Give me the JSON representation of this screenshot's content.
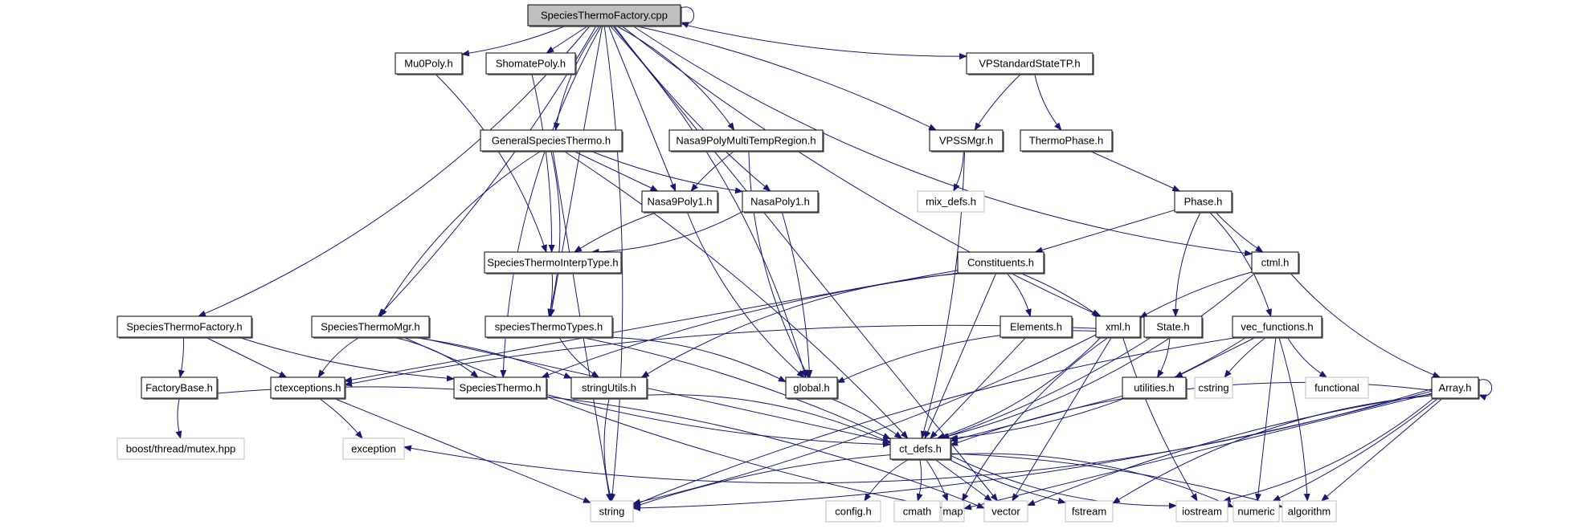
{
  "title": "SpeciesThermoFactory.cpp include dependency graph",
  "colors": {
    "edge": "#191970",
    "root_fill": "#bfbfbf",
    "node_fill": "#ffffff",
    "node_stroke": "#000000",
    "external_stroke": "#bfbfbf"
  },
  "nodes": [
    {
      "id": "root",
      "label": "SpeciesThermoFactory.cpp",
      "kind": "root"
    },
    {
      "id": "mu0",
      "label": "Mu0Poly.h",
      "kind": "local"
    },
    {
      "id": "shomate",
      "label": "ShomatePoly.h",
      "kind": "local"
    },
    {
      "id": "vpstd",
      "label": "VPStandardStateTP.h",
      "kind": "local"
    },
    {
      "id": "gst",
      "label": "GeneralSpeciesThermo.h",
      "kind": "local"
    },
    {
      "id": "nasamulti",
      "label": "Nasa9PolyMultiTempRegion.h",
      "kind": "local"
    },
    {
      "id": "vpssmgr",
      "label": "VPSSMgr.h",
      "kind": "local"
    },
    {
      "id": "thermophase",
      "label": "ThermoPhase.h",
      "kind": "local"
    },
    {
      "id": "mixdefs",
      "label": "mix_defs.h",
      "kind": "external"
    },
    {
      "id": "nasa9",
      "label": "Nasa9Poly1.h",
      "kind": "local"
    },
    {
      "id": "nasa1",
      "label": "NasaPoly1.h",
      "kind": "local"
    },
    {
      "id": "phase",
      "label": "Phase.h",
      "kind": "local"
    },
    {
      "id": "stit",
      "label": "SpeciesThermoInterpType.h",
      "kind": "local"
    },
    {
      "id": "constituents",
      "label": "Constituents.h",
      "kind": "local"
    },
    {
      "id": "ctml",
      "label": "ctml.h",
      "kind": "local"
    },
    {
      "id": "stfh",
      "label": "SpeciesThermoFactory.h",
      "kind": "local"
    },
    {
      "id": "stmgr",
      "label": "SpeciesThermoMgr.h",
      "kind": "local"
    },
    {
      "id": "sttypes",
      "label": "speciesThermoTypes.h",
      "kind": "local"
    },
    {
      "id": "elements",
      "label": "Elements.h",
      "kind": "local"
    },
    {
      "id": "xml",
      "label": "xml.h",
      "kind": "local"
    },
    {
      "id": "state",
      "label": "State.h",
      "kind": "local"
    },
    {
      "id": "vecfn",
      "label": "vec_functions.h",
      "kind": "local"
    },
    {
      "id": "factorybase",
      "label": "FactoryBase.h",
      "kind": "local"
    },
    {
      "id": "ctexc",
      "label": "ctexceptions.h",
      "kind": "local"
    },
    {
      "id": "spth",
      "label": "SpeciesThermo.h",
      "kind": "local"
    },
    {
      "id": "strutils",
      "label": "stringUtils.h",
      "kind": "local"
    },
    {
      "id": "global",
      "label": "global.h",
      "kind": "local"
    },
    {
      "id": "utilities",
      "label": "utilities.h",
      "kind": "local"
    },
    {
      "id": "cstring",
      "label": "cstring",
      "kind": "external"
    },
    {
      "id": "functional",
      "label": "functional",
      "kind": "external"
    },
    {
      "id": "array",
      "label": "Array.h",
      "kind": "local"
    },
    {
      "id": "boostmutex",
      "label": "boost/thread/mutex.hpp",
      "kind": "external"
    },
    {
      "id": "exception",
      "label": "exception",
      "kind": "external"
    },
    {
      "id": "ctdefs",
      "label": "ct_defs.h",
      "kind": "local"
    },
    {
      "id": "string",
      "label": "string",
      "kind": "external"
    },
    {
      "id": "config",
      "label": "config.h",
      "kind": "external"
    },
    {
      "id": "cmath",
      "label": "cmath",
      "kind": "external"
    },
    {
      "id": "map",
      "label": "map",
      "kind": "external"
    },
    {
      "id": "vector",
      "label": "vector",
      "kind": "external"
    },
    {
      "id": "fstream",
      "label": "fstream",
      "kind": "external"
    },
    {
      "id": "iostream",
      "label": "iostream",
      "kind": "external"
    },
    {
      "id": "numeric",
      "label": "numeric",
      "kind": "external"
    },
    {
      "id": "algorithm",
      "label": "algorithm",
      "kind": "external"
    }
  ],
  "edges": [
    [
      "root",
      "root"
    ],
    [
      "root",
      "mu0"
    ],
    [
      "root",
      "shomate"
    ],
    [
      "root",
      "vpstd"
    ],
    [
      "root",
      "gst"
    ],
    [
      "root",
      "nasamulti"
    ],
    [
      "root",
      "vpssmgr"
    ],
    [
      "root",
      "nasa9"
    ],
    [
      "root",
      "nasa1"
    ],
    [
      "root",
      "ctml"
    ],
    [
      "root",
      "stfh"
    ],
    [
      "root",
      "stmgr"
    ],
    [
      "root",
      "sttypes"
    ],
    [
      "root",
      "xml"
    ],
    [
      "root",
      "spth"
    ],
    [
      "root",
      "global"
    ],
    [
      "root",
      "string"
    ],
    [
      "root",
      "vector"
    ],
    [
      "vpstd",
      "vpssmgr"
    ],
    [
      "vpstd",
      "thermophase"
    ],
    [
      "mu0",
      "stit"
    ],
    [
      "shomate",
      "stit"
    ],
    [
      "gst",
      "nasa9"
    ],
    [
      "gst",
      "nasa1"
    ],
    [
      "gst",
      "stmgr"
    ],
    [
      "gst",
      "sttypes"
    ],
    [
      "gst",
      "ctdefs"
    ],
    [
      "gst",
      "string"
    ],
    [
      "nasamulti",
      "nasa9"
    ],
    [
      "nasamulti",
      "global"
    ],
    [
      "vpssmgr",
      "mixdefs"
    ],
    [
      "vpssmgr",
      "ctdefs"
    ],
    [
      "thermophase",
      "phase"
    ],
    [
      "nasa9",
      "stit"
    ],
    [
      "nasa9",
      "global"
    ],
    [
      "nasa1",
      "stit"
    ],
    [
      "nasa1",
      "global"
    ],
    [
      "phase",
      "constituents"
    ],
    [
      "phase",
      "ctml"
    ],
    [
      "phase",
      "state"
    ],
    [
      "phase",
      "vecfn"
    ],
    [
      "stit",
      "sttypes"
    ],
    [
      "constituents",
      "ctexc"
    ],
    [
      "constituents",
      "spth"
    ],
    [
      "constituents",
      "strutils"
    ],
    [
      "constituents",
      "elements"
    ],
    [
      "constituents",
      "xml"
    ],
    [
      "constituents",
      "ctdefs"
    ],
    [
      "ctml",
      "xml"
    ],
    [
      "ctml",
      "array"
    ],
    [
      "ctml",
      "ctdefs"
    ],
    [
      "stfh",
      "factorybase"
    ],
    [
      "stfh",
      "ctexc"
    ],
    [
      "stfh",
      "spth"
    ],
    [
      "stmgr",
      "ctexc"
    ],
    [
      "stmgr",
      "spth"
    ],
    [
      "stmgr",
      "strutils"
    ],
    [
      "stmgr",
      "ctdefs"
    ],
    [
      "stmgr",
      "map"
    ],
    [
      "sttypes",
      "strutils"
    ],
    [
      "sttypes",
      "global"
    ],
    [
      "sttypes",
      "ctdefs"
    ],
    [
      "elements",
      "ctdefs"
    ],
    [
      "xml",
      "ctexc"
    ],
    [
      "xml",
      "global"
    ],
    [
      "xml",
      "ctdefs"
    ],
    [
      "xml",
      "string"
    ],
    [
      "xml",
      "vector"
    ],
    [
      "xml",
      "iostream"
    ],
    [
      "xml",
      "map"
    ],
    [
      "state",
      "utilities"
    ],
    [
      "state",
      "ctdefs"
    ],
    [
      "vecfn",
      "utilities"
    ],
    [
      "vecfn",
      "cstring"
    ],
    [
      "vecfn",
      "functional"
    ],
    [
      "vecfn",
      "ctdefs"
    ],
    [
      "vecfn",
      "algorithm"
    ],
    [
      "vecfn",
      "numeric"
    ],
    [
      "vecfn",
      "string"
    ],
    [
      "factorybase",
      "boostmutex"
    ],
    [
      "factorybase",
      "vector"
    ],
    [
      "ctexc",
      "exception"
    ],
    [
      "ctexc",
      "string"
    ],
    [
      "spth",
      "ctdefs"
    ],
    [
      "strutils",
      "string"
    ],
    [
      "strutils",
      "ctdefs"
    ],
    [
      "global",
      "ctdefs"
    ],
    [
      "utilities",
      "ctdefs"
    ],
    [
      "array",
      "array"
    ],
    [
      "array",
      "ctdefs"
    ],
    [
      "array",
      "exception"
    ],
    [
      "array",
      "string"
    ],
    [
      "array",
      "map"
    ],
    [
      "array",
      "vector"
    ],
    [
      "array",
      "fstream"
    ],
    [
      "array",
      "iostream"
    ],
    [
      "array",
      "numeric"
    ],
    [
      "array",
      "algorithm"
    ],
    [
      "ctdefs",
      "string"
    ],
    [
      "ctdefs",
      "config"
    ],
    [
      "ctdefs",
      "cmath"
    ],
    [
      "ctdefs",
      "map"
    ],
    [
      "ctdefs",
      "vector"
    ],
    [
      "ctdefs",
      "fstream"
    ],
    [
      "ctdefs",
      "iostream"
    ],
    [
      "ctdefs",
      "numeric"
    ],
    [
      "ctdefs",
      "algorithm"
    ]
  ]
}
